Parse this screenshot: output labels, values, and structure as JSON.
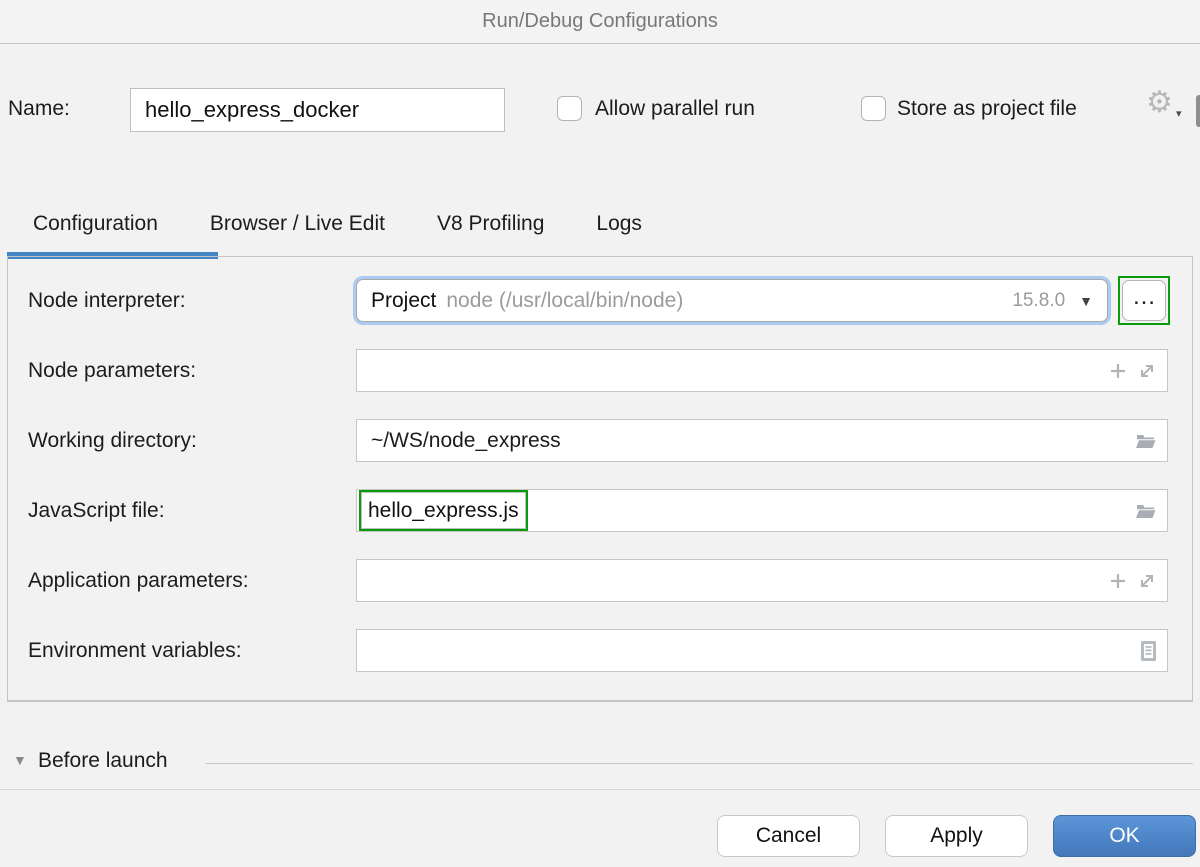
{
  "window": {
    "title": "Run/Debug Configurations"
  },
  "header": {
    "name_label": "Name:",
    "name_value": "hello_express_docker",
    "allow_parallel_run": {
      "label": "Allow parallel run",
      "checked": false
    },
    "store_as_project_file": {
      "label": "Store as project file",
      "checked": false
    }
  },
  "tabs": [
    {
      "label": "Configuration",
      "active": true
    },
    {
      "label": "Browser / Live Edit",
      "active": false
    },
    {
      "label": "V8 Profiling",
      "active": false
    },
    {
      "label": "Logs",
      "active": false
    }
  ],
  "form": {
    "node_interpreter": {
      "label": "Node interpreter:",
      "selected_name": "Project",
      "selected_detail": "node (/usr/local/bin/node)",
      "version": "15.8.0",
      "browse_label": "…"
    },
    "node_parameters": {
      "label": "Node parameters:",
      "value": ""
    },
    "working_directory": {
      "label": "Working directory:",
      "value": "~/WS/node_express"
    },
    "javascript_file": {
      "label": "JavaScript file:",
      "value": "hello_express.js"
    },
    "application_parameters": {
      "label": "Application parameters:",
      "value": ""
    },
    "environment_variables": {
      "label": "Environment variables:",
      "value": ""
    }
  },
  "before_launch": {
    "label": "Before launch",
    "expanded": true
  },
  "footer": {
    "cancel_label": "Cancel",
    "apply_label": "Apply",
    "ok_label": "OK"
  },
  "icons": {
    "gear": "⚙",
    "gear_dropdown": "▾",
    "combo_arrow": "▼",
    "collapse_triangle": "▼"
  },
  "colors": {
    "accent_blue": "#4285c5",
    "focus_ring": "#abcbf0",
    "highlight_green": "#0a9b0a",
    "primary_button": "#4a86c8"
  }
}
